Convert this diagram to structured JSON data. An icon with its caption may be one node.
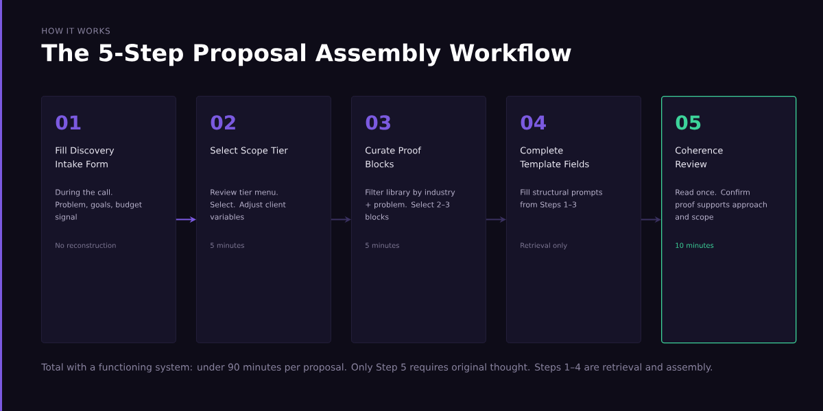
{
  "diagram": {
    "title": "The 5-Step Proposal Assembly Workflow",
    "caption": "Total with a functioning system: under 90 minutes per proposal. Only Step 5 requires original thought. Steps 1–4 are retrieval and assembly.",
    "labels": [
      "HOW IT WORKS"
    ],
    "nodes": [
      {
        "text": [
          "01",
          "Fill Discovery Intake Form",
          "During the call. Problem, goals, budget signal",
          "No reconstruction"
        ]
      },
      {
        "text": [
          "02",
          "Select Scope Tier",
          "Review tier menu. Select. Adjust client variables",
          "5 minutes"
        ]
      },
      {
        "text": [
          "03",
          "Curate Proof Blocks",
          "Filter library by industry + problem. Select 2–3 blocks",
          "5 minutes"
        ]
      },
      {
        "text": [
          "04",
          "Complete Template Fields",
          "Fill structural prompts from Steps 1–3",
          "Retrieval only"
        ]
      },
      {
        "text": [
          "05",
          "Coherence Review",
          "Read once. Confirm proof supports approach and scope",
          "10 minutes"
        ]
      }
    ],
    "edges": [
      {
        "from": 0,
        "to": 1,
        "arrow": "to",
        "color": "#7b5ae0"
      },
      {
        "from": 1,
        "to": 2,
        "arrow": "to"
      },
      {
        "from": 2,
        "to": 3,
        "arrow": "to"
      },
      {
        "from": 3,
        "to": 4,
        "arrow": "to"
      }
    ]
  }
}
